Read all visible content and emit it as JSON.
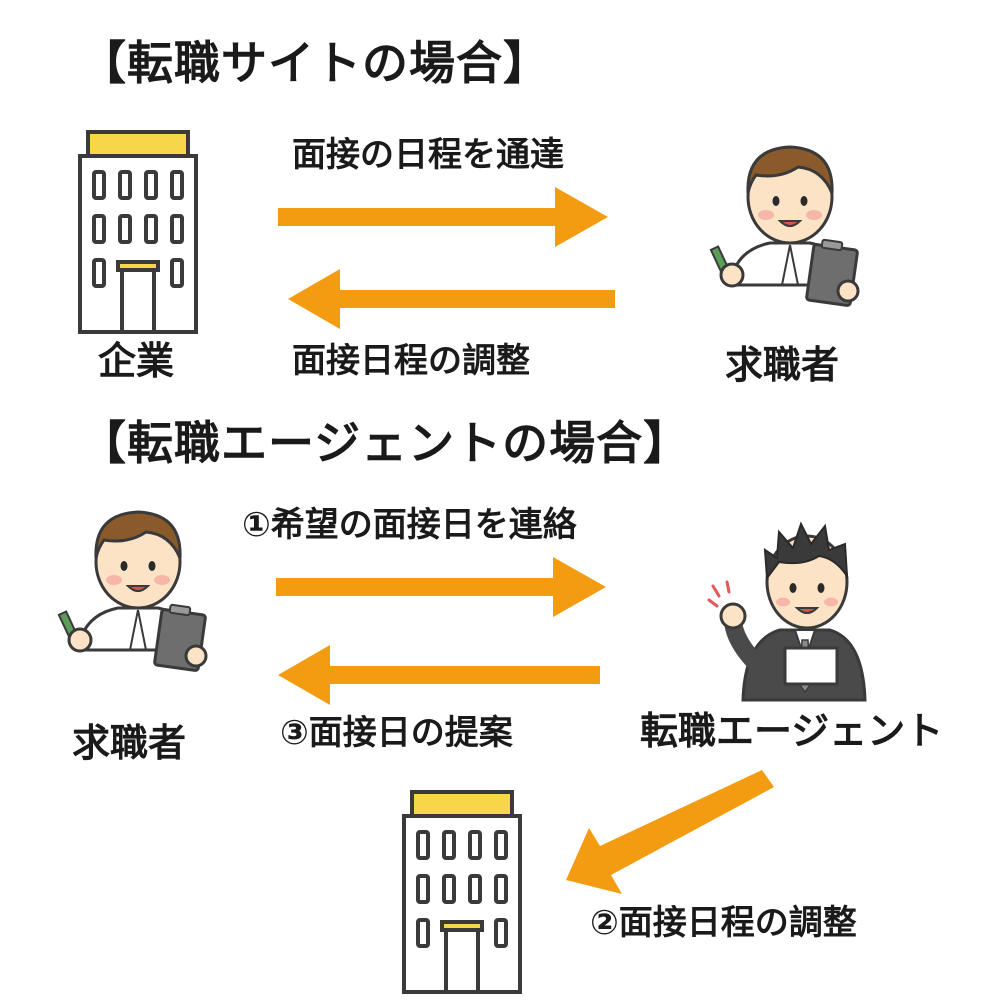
{
  "site_section": {
    "heading": "【転職サイトの場合】",
    "company_label": "企業",
    "jobseeker_label": "求職者",
    "arrow_top_label": "面接の日程を通達",
    "arrow_bottom_label": "面接日程の調整"
  },
  "agent_section": {
    "heading": "【転職エージェントの場合】",
    "jobseeker_label": "求職者",
    "agent_label": "転職エージェント",
    "step1_label": "①希望の面接日を連絡",
    "step2_label": "②面接日程の調整",
    "step3_label": "③面接日の提案"
  },
  "colors": {
    "arrow": "#f39c12",
    "building_roof": "#f7d64a",
    "outline": "#3a3a3a",
    "skin": "#fde3c6",
    "hair_brown": "#8b5a2b",
    "clipboard": "#6e6e6e",
    "suit": "#4a4a4a"
  }
}
